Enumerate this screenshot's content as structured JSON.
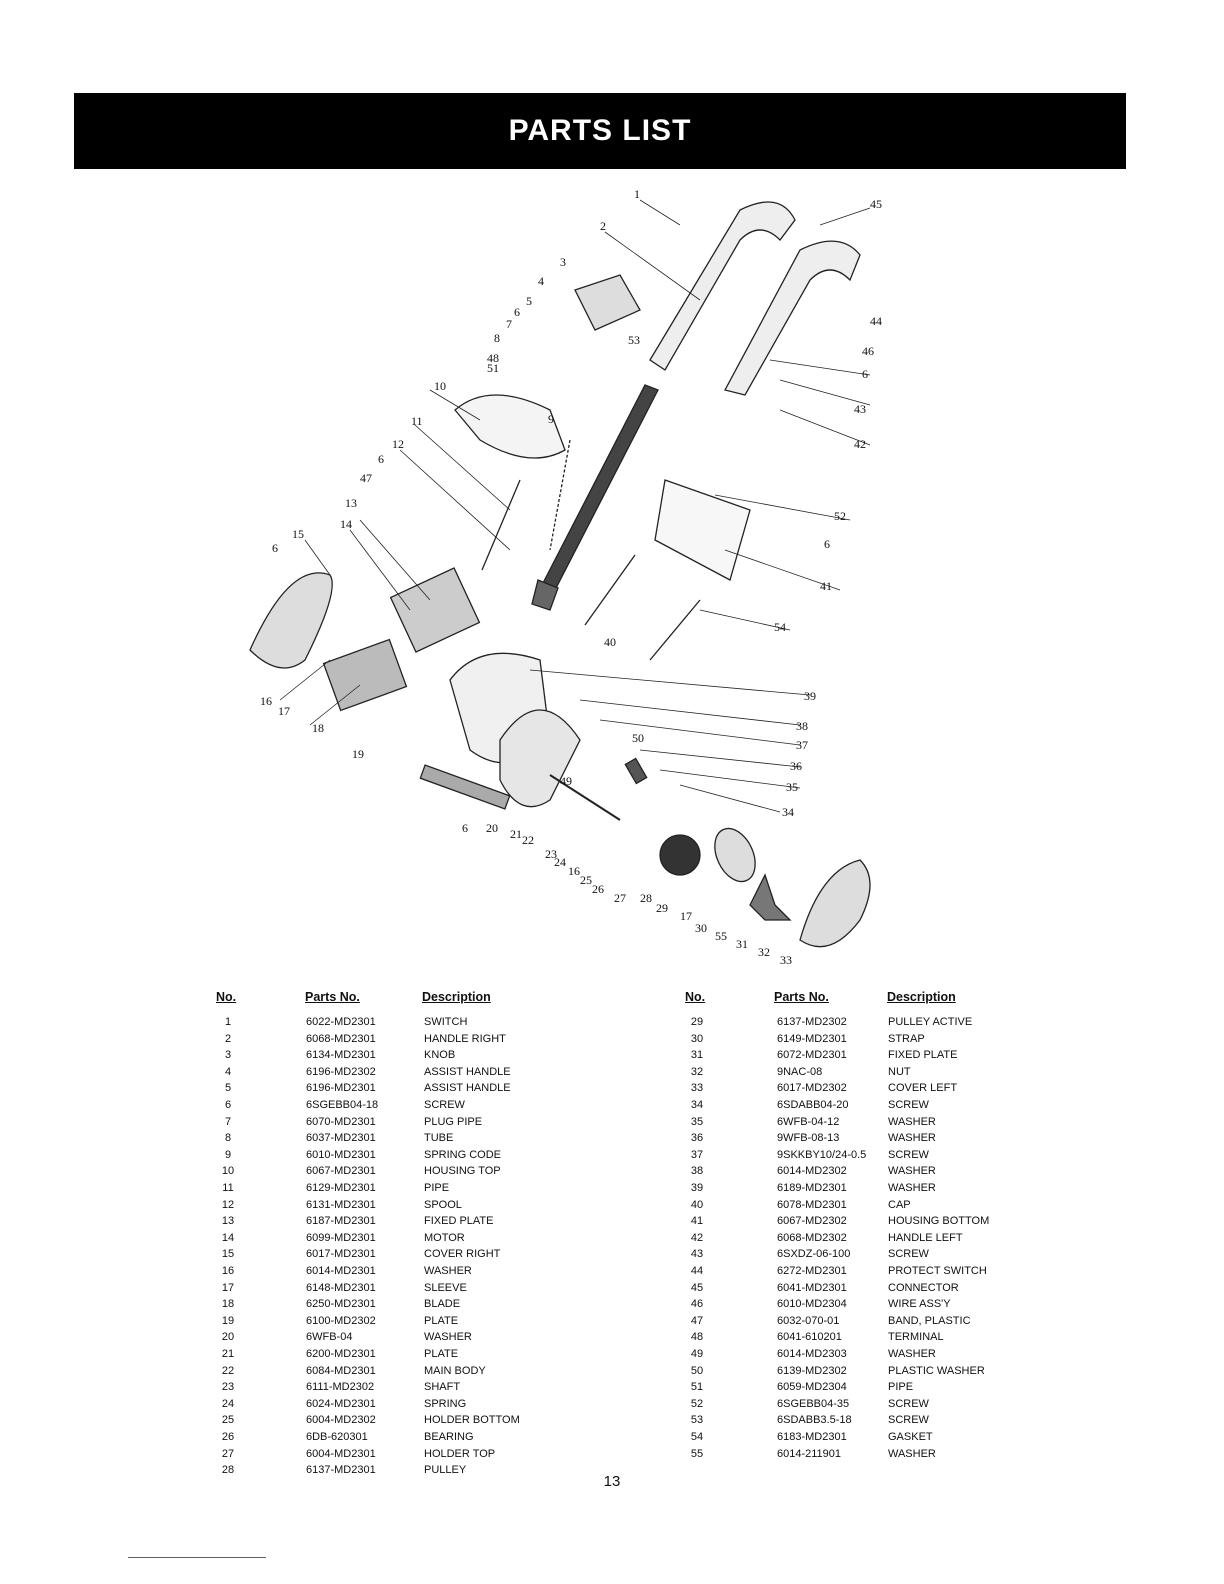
{
  "title": "PARTS LIST",
  "callouts": [
    "1",
    "2",
    "3",
    "4",
    "5",
    "6",
    "7",
    "8",
    "48",
    "51",
    "10",
    "9",
    "11",
    "12",
    "6",
    "47",
    "13",
    "14",
    "15",
    "6",
    "16",
    "17",
    "18",
    "19",
    "6",
    "20",
    "21",
    "22",
    "23",
    "24",
    "16",
    "25",
    "26",
    "27",
    "28",
    "29",
    "17",
    "30",
    "55",
    "31",
    "32",
    "33",
    "45",
    "44",
    "46",
    "6",
    "43",
    "42",
    "52",
    "6",
    "41",
    "54",
    "40",
    "39",
    "38",
    "37",
    "36",
    "50",
    "35",
    "49",
    "34",
    "53"
  ],
  "table": {
    "headers": {
      "no": "No.",
      "part": "Parts No.",
      "desc": "Description"
    },
    "left": [
      {
        "no": "1",
        "part": "6022-MD2301",
        "desc": "SWITCH"
      },
      {
        "no": "2",
        "part": "6068-MD2301",
        "desc": "HANDLE RIGHT"
      },
      {
        "no": "3",
        "part": "6134-MD2301",
        "desc": "KNOB"
      },
      {
        "no": "4",
        "part": "6196-MD2302",
        "desc": "ASSIST HANDLE"
      },
      {
        "no": "5",
        "part": "6196-MD2301",
        "desc": "ASSIST HANDLE"
      },
      {
        "no": "6",
        "part": "6SGEBB04-18",
        "desc": "SCREW"
      },
      {
        "no": "7",
        "part": "6070-MD2301",
        "desc": "PLUG PIPE"
      },
      {
        "no": "8",
        "part": "6037-MD2301",
        "desc": "TUBE"
      },
      {
        "no": "9",
        "part": "6010-MD2301",
        "desc": "SPRING CODE"
      },
      {
        "no": "10",
        "part": "6067-MD2301",
        "desc": "HOUSING TOP"
      },
      {
        "no": "11",
        "part": "6129-MD2301",
        "desc": "PIPE"
      },
      {
        "no": "12",
        "part": "6131-MD2301",
        "desc": "SPOOL"
      },
      {
        "no": "13",
        "part": "6187-MD2301",
        "desc": "FIXED PLATE"
      },
      {
        "no": "14",
        "part": "6099-MD2301",
        "desc": "MOTOR"
      },
      {
        "no": "15",
        "part": "6017-MD2301",
        "desc": "COVER RIGHT"
      },
      {
        "no": "16",
        "part": "6014-MD2301",
        "desc": "WASHER"
      },
      {
        "no": "17",
        "part": "6148-MD2301",
        "desc": "SLEEVE"
      },
      {
        "no": "18",
        "part": "6250-MD2301",
        "desc": "BLADE"
      },
      {
        "no": "19",
        "part": "6100-MD2302",
        "desc": "PLATE"
      },
      {
        "no": "20",
        "part": "6WFB-04",
        "desc": "WASHER"
      },
      {
        "no": "21",
        "part": "6200-MD2301",
        "desc": "PLATE"
      },
      {
        "no": "22",
        "part": "6084-MD2301",
        "desc": "MAIN BODY"
      },
      {
        "no": "23",
        "part": "6111-MD2302",
        "desc": "SHAFT"
      },
      {
        "no": "24",
        "part": "6024-MD2301",
        "desc": "SPRING"
      },
      {
        "no": "25",
        "part": "6004-MD2302",
        "desc": "HOLDER BOTTOM"
      },
      {
        "no": "26",
        "part": "6DB-620301",
        "desc": "BEARING"
      },
      {
        "no": "27",
        "part": "6004-MD2301",
        "desc": "HOLDER TOP"
      },
      {
        "no": "28",
        "part": "6137-MD2301",
        "desc": "PULLEY"
      }
    ],
    "right": [
      {
        "no": "29",
        "part": "6137-MD2302",
        "desc": "PULLEY ACTIVE"
      },
      {
        "no": "30",
        "part": "6149-MD2301",
        "desc": "STRAP"
      },
      {
        "no": "31",
        "part": "6072-MD2301",
        "desc": "FIXED PLATE"
      },
      {
        "no": "32",
        "part": "9NAC-08",
        "desc": "NUT"
      },
      {
        "no": "33",
        "part": "6017-MD2302",
        "desc": "COVER LEFT"
      },
      {
        "no": "34",
        "part": "6SDABB04-20",
        "desc": "SCREW"
      },
      {
        "no": "35",
        "part": "6WFB-04-12",
        "desc": "WASHER"
      },
      {
        "no": "36",
        "part": "9WFB-08-13",
        "desc": "WASHER"
      },
      {
        "no": "37",
        "part": "9SKKBY10/24-0.5",
        "desc": "SCREW"
      },
      {
        "no": "38",
        "part": "6014-MD2302",
        "desc": "WASHER"
      },
      {
        "no": "39",
        "part": "6189-MD2301",
        "desc": "WASHER"
      },
      {
        "no": "40",
        "part": "6078-MD2301",
        "desc": "CAP"
      },
      {
        "no": "41",
        "part": "6067-MD2302",
        "desc": "HOUSING BOTTOM"
      },
      {
        "no": "42",
        "part": "6068-MD2302",
        "desc": "HANDLE LEFT"
      },
      {
        "no": "43",
        "part": "6SXDZ-06-100",
        "desc": "SCREW"
      },
      {
        "no": "44",
        "part": "6272-MD2301",
        "desc": "PROTECT SWITCH"
      },
      {
        "no": "45",
        "part": "6041-MD2301",
        "desc": "CONNECTOR"
      },
      {
        "no": "46",
        "part": "6010-MD2304",
        "desc": "WIRE ASS'Y"
      },
      {
        "no": "47",
        "part": "6032-070-01",
        "desc": "BAND, PLASTIC"
      },
      {
        "no": "48",
        "part": "6041-610201",
        "desc": "TERMINAL"
      },
      {
        "no": "49",
        "part": "6014-MD2303",
        "desc": "WASHER"
      },
      {
        "no": "50",
        "part": "6139-MD2302",
        "desc": "PLASTIC WASHER"
      },
      {
        "no": "51",
        "part": "6059-MD2304",
        "desc": "PIPE"
      },
      {
        "no": "52",
        "part": "6SGEBB04-35",
        "desc": "SCREW"
      },
      {
        "no": "53",
        "part": "6SDABB3.5-18",
        "desc": "SCREW"
      },
      {
        "no": "54",
        "part": "6183-MD2301",
        "desc": "GASKET"
      },
      {
        "no": "55",
        "part": "6014-211901",
        "desc": "WASHER"
      }
    ]
  },
  "page_number": "13"
}
